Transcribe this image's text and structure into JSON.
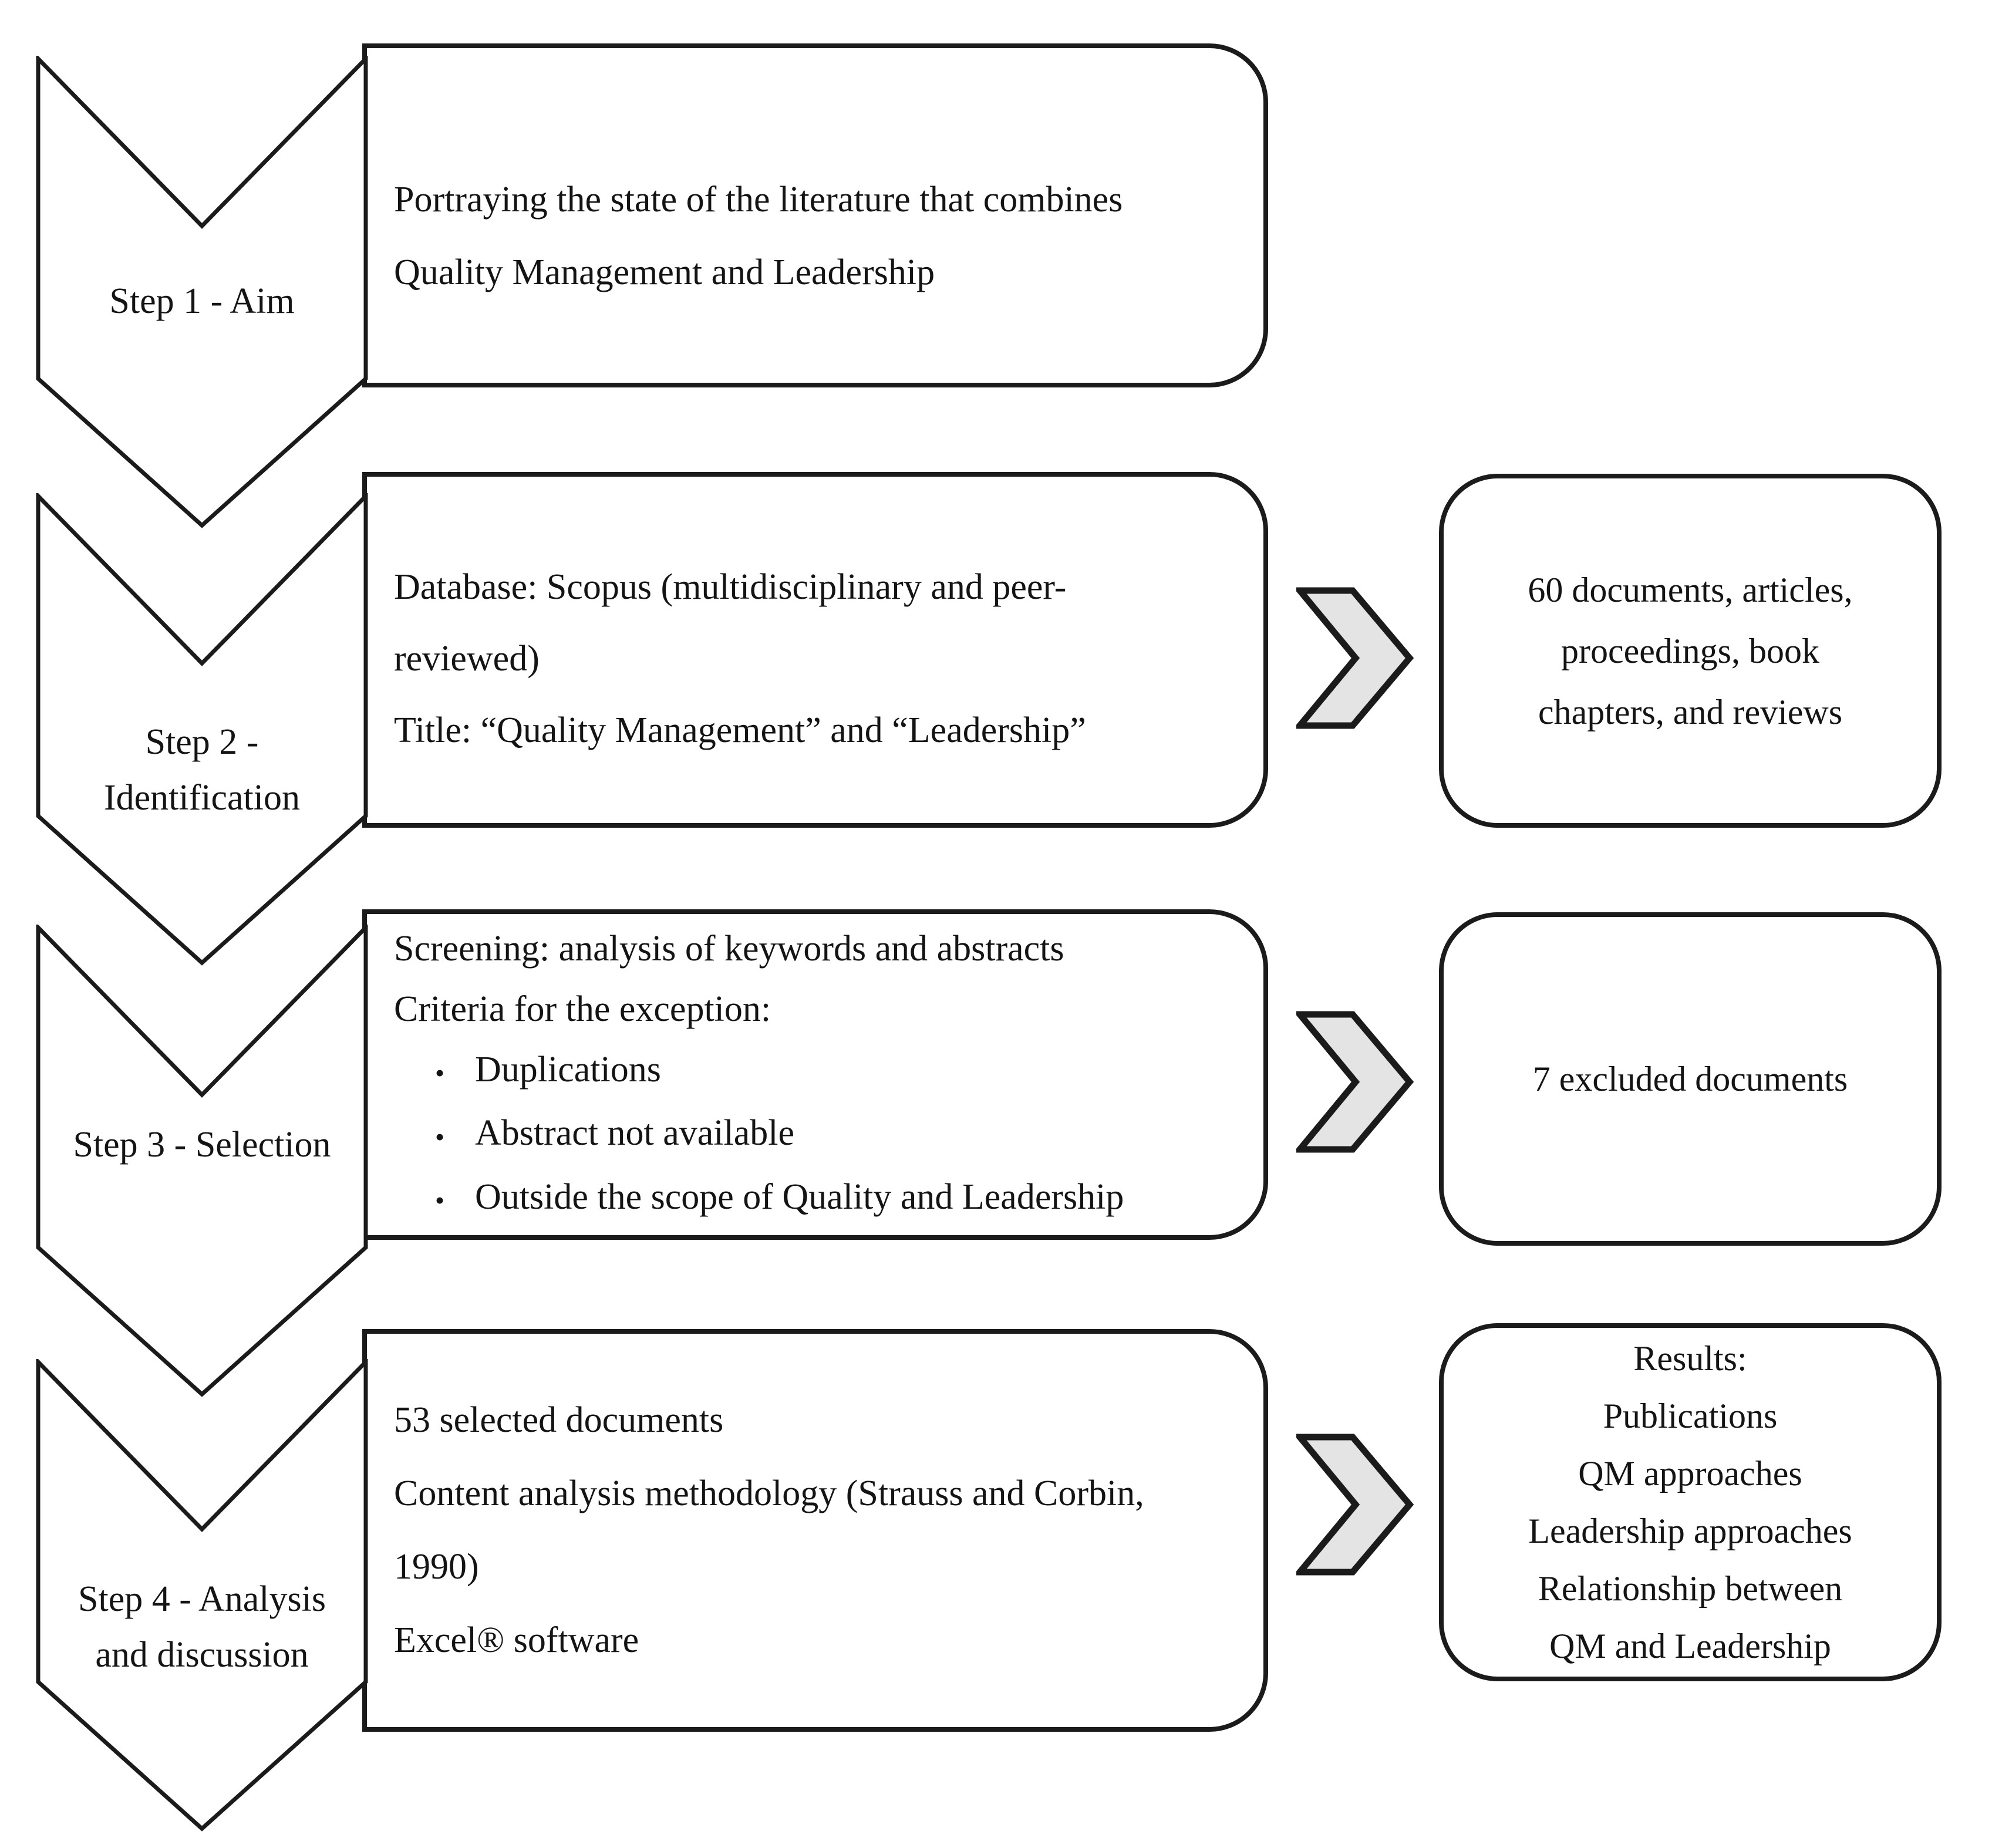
{
  "figure": {
    "bullet_glyph": "•",
    "colors": {
      "ink": "#1b1b1b",
      "text": "#141414",
      "arrow_fill": "#e4e4e4",
      "background": "#ffffff"
    }
  },
  "steps": [
    {
      "label_lines": [
        "Step 1 - Aim"
      ],
      "box_lines": [
        "Portraying the state of the literature that combines",
        "Quality Management and Leadership"
      ]
    },
    {
      "label_lines": [
        "Step 2 -",
        "Identification"
      ],
      "box_lines": [
        "Database: Scopus (multidisciplinary and peer-",
        "reviewed)",
        "Title: “Quality Management” and “Leadership”"
      ],
      "result_lines": [
        "60 documents, articles,",
        "proceedings, book",
        "chapters, and reviews"
      ]
    },
    {
      "label_lines": [
        "Step 3 - Selection"
      ],
      "box_lines": [
        "Screening: analysis of keywords and abstracts",
        "Criteria for the exception:"
      ],
      "box_bullets": [
        "Duplications",
        "Abstract not available",
        "Outside the scope of Quality and Leadership"
      ],
      "result_lines": [
        "7 excluded documents"
      ]
    },
    {
      "label_lines": [
        "Step 4 - Analysis",
        "and discussion"
      ],
      "box_lines": [
        "53 selected documents",
        "Content analysis methodology (Strauss and Corbin,",
        "1990)",
        "Excel® software"
      ],
      "result_lines": [
        "Results:",
        "Publications",
        "QM approaches",
        "Leadership approaches",
        "Relationship between",
        "QM and Leadership"
      ]
    }
  ]
}
